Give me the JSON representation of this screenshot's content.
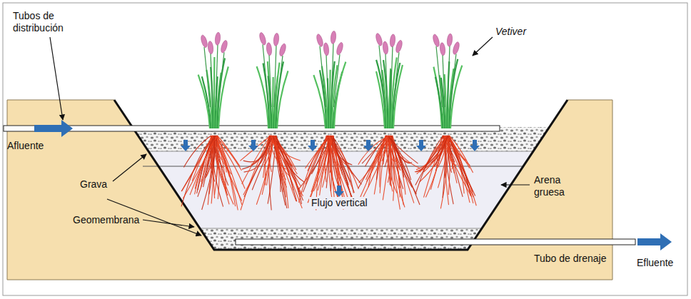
{
  "diagram": {
    "labels": [
      "Tubos de distribución",
      "Afluente",
      "Vetiver",
      "Grava",
      "Arena gruesa",
      "Flujo vertical",
      "Geomembrana",
      "Tubo de drenaje",
      "Efluente"
    ]
  }
}
